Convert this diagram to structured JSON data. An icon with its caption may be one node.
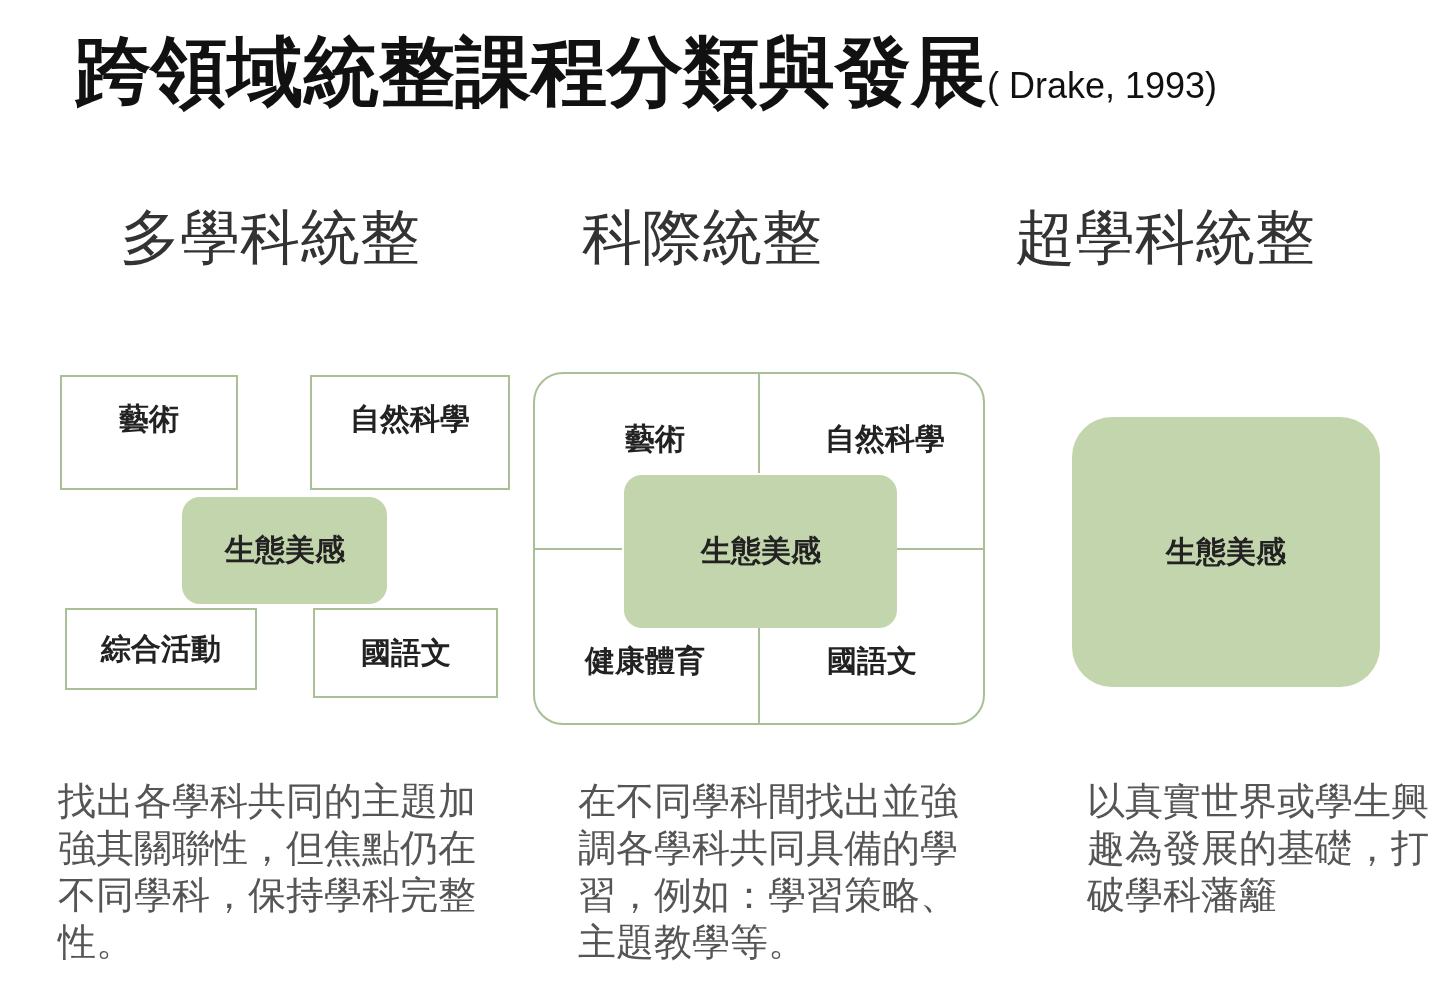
{
  "diagram": {
    "title": "跨領域統整課程分類與發展",
    "nodes": [
      {
        "text": [
          "藝術"
        ]
      },
      {
        "text": [
          "自然科學"
        ]
      },
      {
        "text": [
          "生態美感"
        ]
      },
      {
        "text": [
          "綜合活動"
        ]
      },
      {
        "text": [
          "國語文"
        ]
      },
      {
        "text": [],
        "shape": "box"
      },
      {
        "text": [
          "藝術"
        ],
        "in": 5
      },
      {
        "text": [
          "自然科學"
        ],
        "in": 5
      },
      {
        "text": [
          "生態美感"
        ],
        "in": 5
      },
      {
        "text": [
          "健康體育"
        ],
        "in": 5
      },
      {
        "text": [
          "國語文"
        ],
        "in": 5
      },
      {
        "text": [
          "生態美感"
        ]
      }
    ],
    "labels": [
      "( Drake, 1993)",
      "多學科統整",
      "科際統整",
      "超學科統整",
      "找出各學科共同的主題加強其關聯性，但焦點仍在不同學科，保持學科完整性。",
      "在不同學科間找出並強調各學科共同具備的學習，例如：學習策略、主題教學等。",
      "以真實世界或學生興趣為發展的基礎，打破學科藩籬"
    ]
  }
}
